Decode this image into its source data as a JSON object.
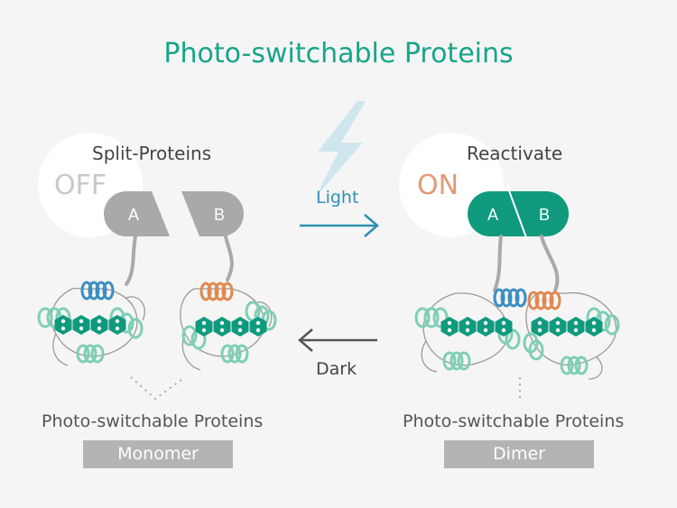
{
  "title": "Photo-switchable Proteins",
  "left": {
    "heading": "Split-Proteins",
    "state": "OFF",
    "fragment_a": "A",
    "fragment_b": "B",
    "caption": "Photo-switchable Proteins",
    "tag": "Monomer"
  },
  "right": {
    "heading": "Reactivate",
    "state": "ON",
    "fragment_a": "A",
    "fragment_b": "B",
    "caption": "Photo-switchable Proteins",
    "tag": "Dimer"
  },
  "arrows": {
    "light_label": "Light",
    "dark_label": "Dark"
  },
  "colors": {
    "title": "#17a589",
    "teal": "#0f9a7e",
    "helix_green": "#7fcfb5",
    "helix_blue": "#3b8fc2",
    "helix_orange": "#e0894f",
    "fragment_gray": "#a9a9a9",
    "on_text": "#e29a73",
    "lightning": "#cfe6ef",
    "light_arrow": "#2e8fb5",
    "dark_arrow": "#555555"
  },
  "icons": [
    "lightning-bolt-icon",
    "light-arrow-icon",
    "dark-arrow-icon"
  ]
}
